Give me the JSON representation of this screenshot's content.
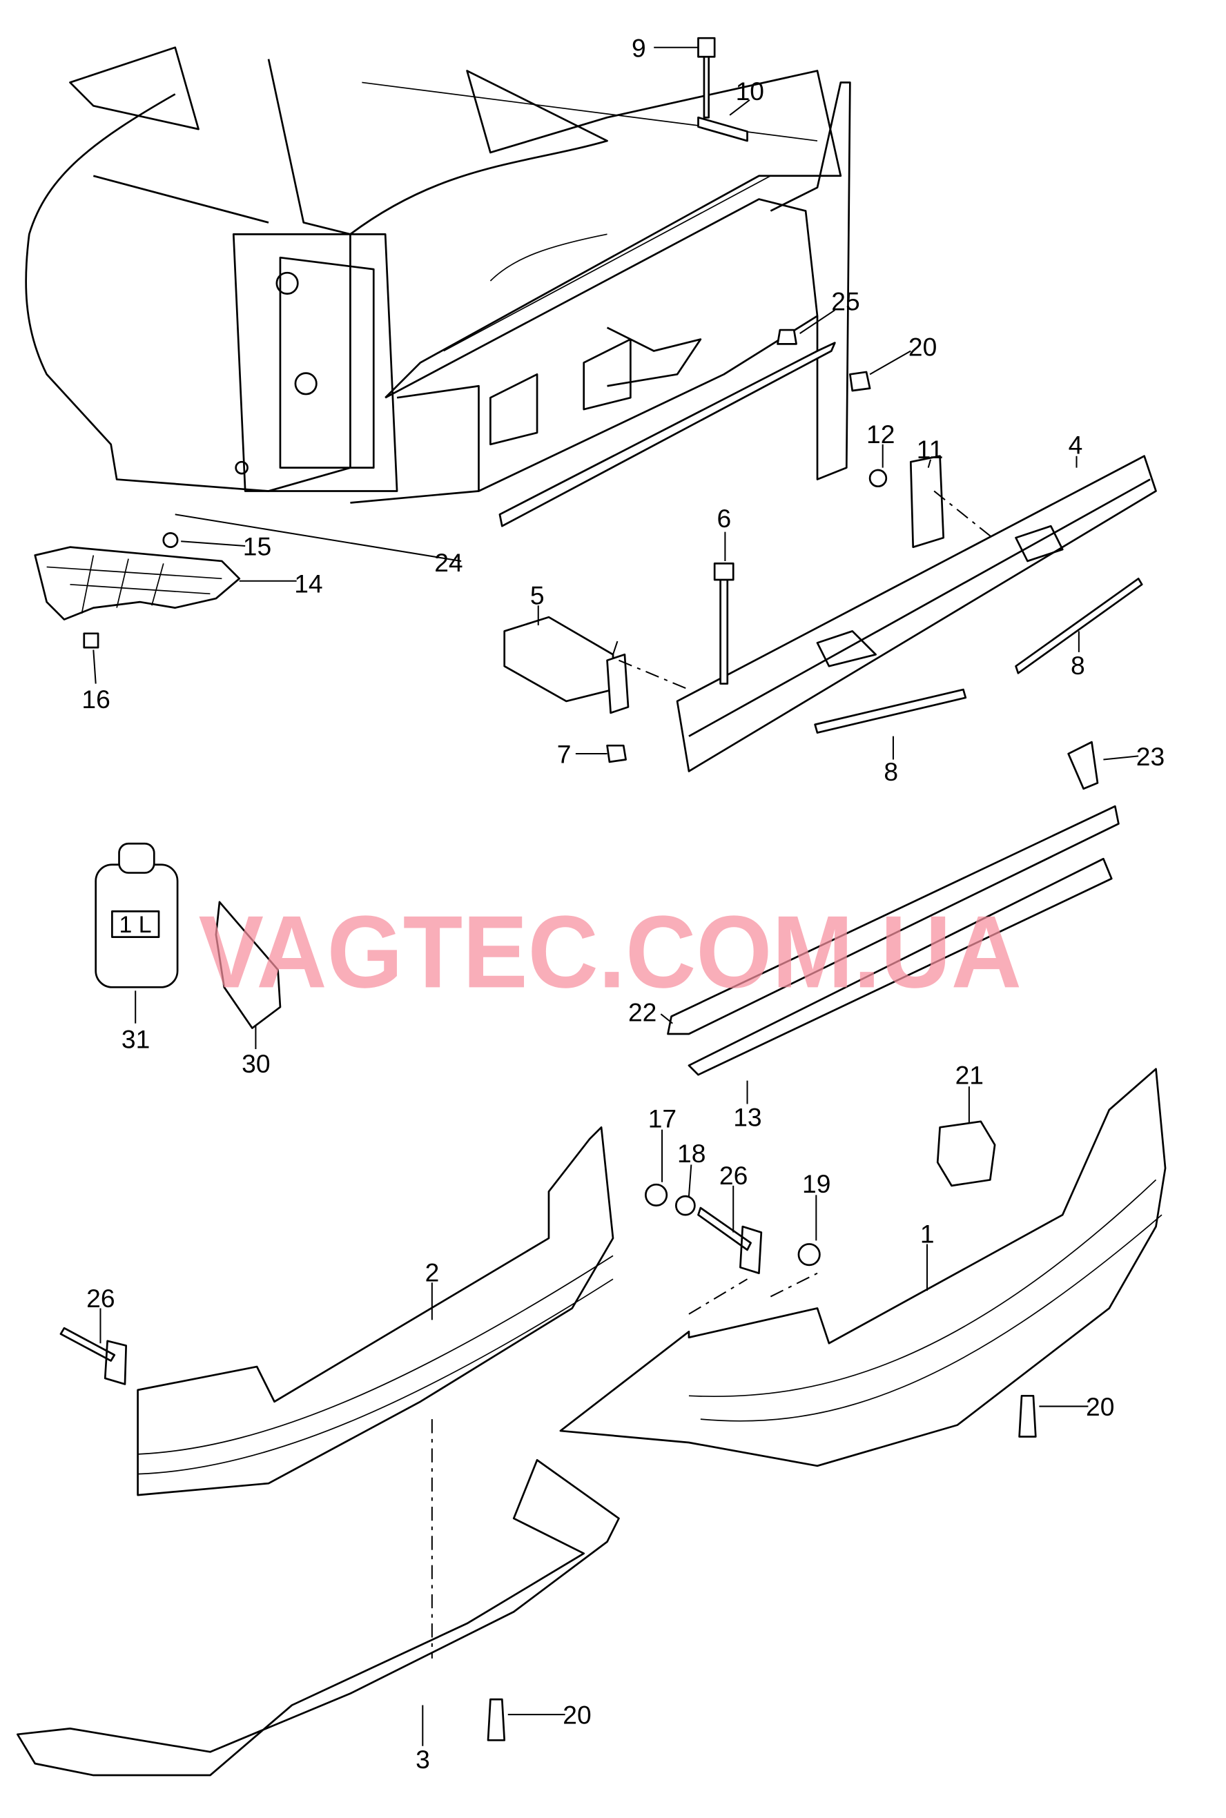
{
  "diagram": {
    "watermark": "VAGTEC.COM.UA",
    "watermark_color": "#f7909f",
    "container_label": "1 L",
    "callouts": [
      "9",
      "10",
      "25",
      "20",
      "12",
      "11",
      "4",
      "6",
      "15",
      "14",
      "24",
      "5",
      "8",
      "8",
      "16",
      "7",
      "23",
      "31",
      "30",
      "22",
      "13",
      "21",
      "17",
      "18",
      "26",
      "19",
      "1",
      "2",
      "26",
      "20",
      "3",
      "20"
    ]
  }
}
